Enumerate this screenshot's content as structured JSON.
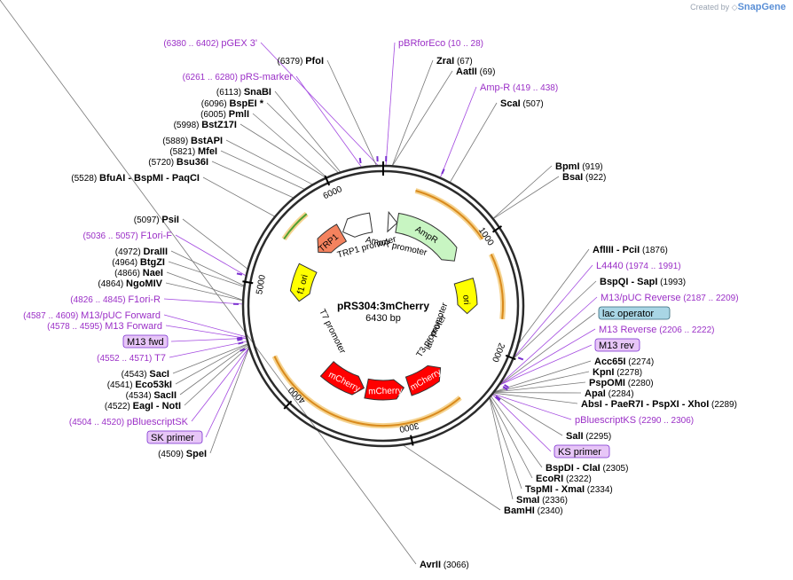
{
  "credit": {
    "prefix": "Created by",
    "brand": "SnapGene"
  },
  "plasmid": {
    "name": "pRS304:3mCherry",
    "length": "6430 bp"
  },
  "ticks": [
    "1000",
    "2000",
    "3000",
    "4000",
    "5000",
    "6000"
  ],
  "features": [
    {
      "label": "TRP1",
      "color": "#f4825e"
    },
    {
      "label": "TRP1 promoter",
      "color": "#ffffff"
    },
    {
      "label": "AmpR promoter",
      "color": "#ffffff"
    },
    {
      "label": "AmpR",
      "color": "#c8f5c2"
    },
    {
      "label": "ori",
      "color": "#ffff00"
    },
    {
      "label": "f1 ori",
      "color": "#ffff00"
    },
    {
      "label": "mCherry",
      "color": "#ff0000"
    },
    {
      "label": "mCherry",
      "color": "#ff0000"
    },
    {
      "label": "mCherry",
      "color": "#ff0000"
    },
    {
      "label": "lac promoter",
      "color": "#ffffff"
    },
    {
      "label": "T3 promoter",
      "color": "#ffffff"
    },
    {
      "label": "T7 promoter",
      "color": "#ffffff"
    }
  ],
  "labels": [
    {
      "pos": "(6380 .. 6402)",
      "name": "pGEX 3'",
      "kind": "primer"
    },
    {
      "name": "pBRforEco",
      "pos": "(10 .. 28)",
      "kind": "primer"
    },
    {
      "pos": "(6379)",
      "name": "PfoI",
      "kind": "enzyme"
    },
    {
      "name": "ZraI",
      "pos": "(67)",
      "kind": "enzyme"
    },
    {
      "name": "AatII",
      "pos": "(69)",
      "kind": "enzyme"
    },
    {
      "pos": "(6261 .. 6280)",
      "name": "pRS-marker",
      "kind": "primer"
    },
    {
      "name": "Amp-R",
      "pos": "(419 .. 438)",
      "kind": "primer"
    },
    {
      "name": "ScaI",
      "pos": "(507)",
      "kind": "enzyme"
    },
    {
      "pos": "(6113)",
      "name": "SnaBI",
      "kind": "enzyme"
    },
    {
      "pos": "(6096)",
      "name": "BspEI *",
      "kind": "enzyme"
    },
    {
      "pos": "(6005)",
      "name": "PmlI",
      "kind": "enzyme"
    },
    {
      "pos": "(5998)",
      "name": "BstZ17I",
      "kind": "enzyme"
    },
    {
      "pos": "(5889)",
      "name": "BstAPI",
      "kind": "enzyme"
    },
    {
      "pos": "(5821)",
      "name": "MfeI",
      "kind": "enzyme"
    },
    {
      "pos": "(5720)",
      "name": "Bsu36I",
      "kind": "enzyme"
    },
    {
      "pos": "(5528)",
      "name": "BfuAI - BspMI - PaqCI",
      "kind": "enzyme"
    },
    {
      "name": "BpmI",
      "pos": "(919)",
      "kind": "enzyme"
    },
    {
      "name": "BsaI",
      "pos": "(922)",
      "kind": "enzyme"
    },
    {
      "pos": "(5097)",
      "name": "PsiI",
      "kind": "enzyme"
    },
    {
      "pos": "(5036 .. 5057)",
      "name": "F1ori-F",
      "kind": "primer"
    },
    {
      "pos": "(4972)",
      "name": "DraIII",
      "kind": "enzyme"
    },
    {
      "pos": "(4964)",
      "name": "BtgZI",
      "kind": "enzyme"
    },
    {
      "pos": "(4866)",
      "name": "NaeI",
      "kind": "enzyme"
    },
    {
      "pos": "(4864)",
      "name": "NgoMIV",
      "kind": "enzyme"
    },
    {
      "pos": "(4826 .. 4845)",
      "name": "F1ori-R",
      "kind": "primer"
    },
    {
      "pos": "(4587 .. 4609)",
      "name": "M13/pUC Forward",
      "kind": "primer"
    },
    {
      "pos": "(4578 .. 4595)",
      "name": "M13 Forward",
      "kind": "primer"
    },
    {
      "name": "M13 fwd",
      "kind": "boxed"
    },
    {
      "pos": "(4552 .. 4571)",
      "name": "T7",
      "kind": "primer"
    },
    {
      "pos": "(4543)",
      "name": "SacI",
      "kind": "enzyme"
    },
    {
      "pos": "(4541)",
      "name": "Eco53kI",
      "kind": "enzyme"
    },
    {
      "pos": "(4534)",
      "name": "SacII",
      "kind": "enzyme"
    },
    {
      "pos": "(4522)",
      "name": "EagI - NotI",
      "kind": "enzyme"
    },
    {
      "pos": "(4504 .. 4520)",
      "name": "pBluescriptSK",
      "kind": "primer"
    },
    {
      "name": "SK primer",
      "kind": "boxed"
    },
    {
      "pos": "(4509)",
      "name": "SpeI",
      "kind": "enzyme"
    },
    {
      "name": "AflIII - PciI",
      "pos": "(1876)",
      "kind": "enzyme"
    },
    {
      "name": "L4440",
      "pos": "(1974 .. 1991)",
      "kind": "primer"
    },
    {
      "name": "BspQI - SapI",
      "pos": "(1993)",
      "kind": "enzyme"
    },
    {
      "name": "M13/pUC Reverse",
      "pos": "(2187 .. 2209)",
      "kind": "primer"
    },
    {
      "name": "lac operator",
      "kind": "operator"
    },
    {
      "name": "M13 Reverse",
      "pos": "(2206 .. 2222)",
      "kind": "primer"
    },
    {
      "name": "M13 rev",
      "kind": "boxed"
    },
    {
      "name": "Acc65I",
      "pos": "(2274)",
      "kind": "enzyme"
    },
    {
      "name": "KpnI",
      "pos": "(2278)",
      "kind": "enzyme"
    },
    {
      "name": "PspOMI",
      "pos": "(2280)",
      "kind": "enzyme"
    },
    {
      "name": "ApaI",
      "pos": "(2284)",
      "kind": "enzyme"
    },
    {
      "name": "AbsI - PaeR7I - PspXI - XhoI",
      "pos": "(2289)",
      "kind": "enzyme"
    },
    {
      "name": "pBluescriptKS",
      "pos": "(2290 .. 2306)",
      "kind": "primer"
    },
    {
      "name": "SalI",
      "pos": "(2295)",
      "kind": "enzyme"
    },
    {
      "name": "KS primer",
      "kind": "boxed"
    },
    {
      "name": "BspDI - ClaI",
      "pos": "(2305)",
      "kind": "enzyme"
    },
    {
      "name": "EcoRI",
      "pos": "(2322)",
      "kind": "enzyme"
    },
    {
      "name": "TspMI - XmaI",
      "pos": "(2334)",
      "kind": "enzyme"
    },
    {
      "name": "SmaI",
      "pos": "(2336)",
      "kind": "enzyme"
    },
    {
      "name": "BamHI",
      "pos": "(2340)",
      "kind": "enzyme"
    },
    {
      "name": "AvrII",
      "pos": "(3066)",
      "kind": "enzyme"
    }
  ]
}
